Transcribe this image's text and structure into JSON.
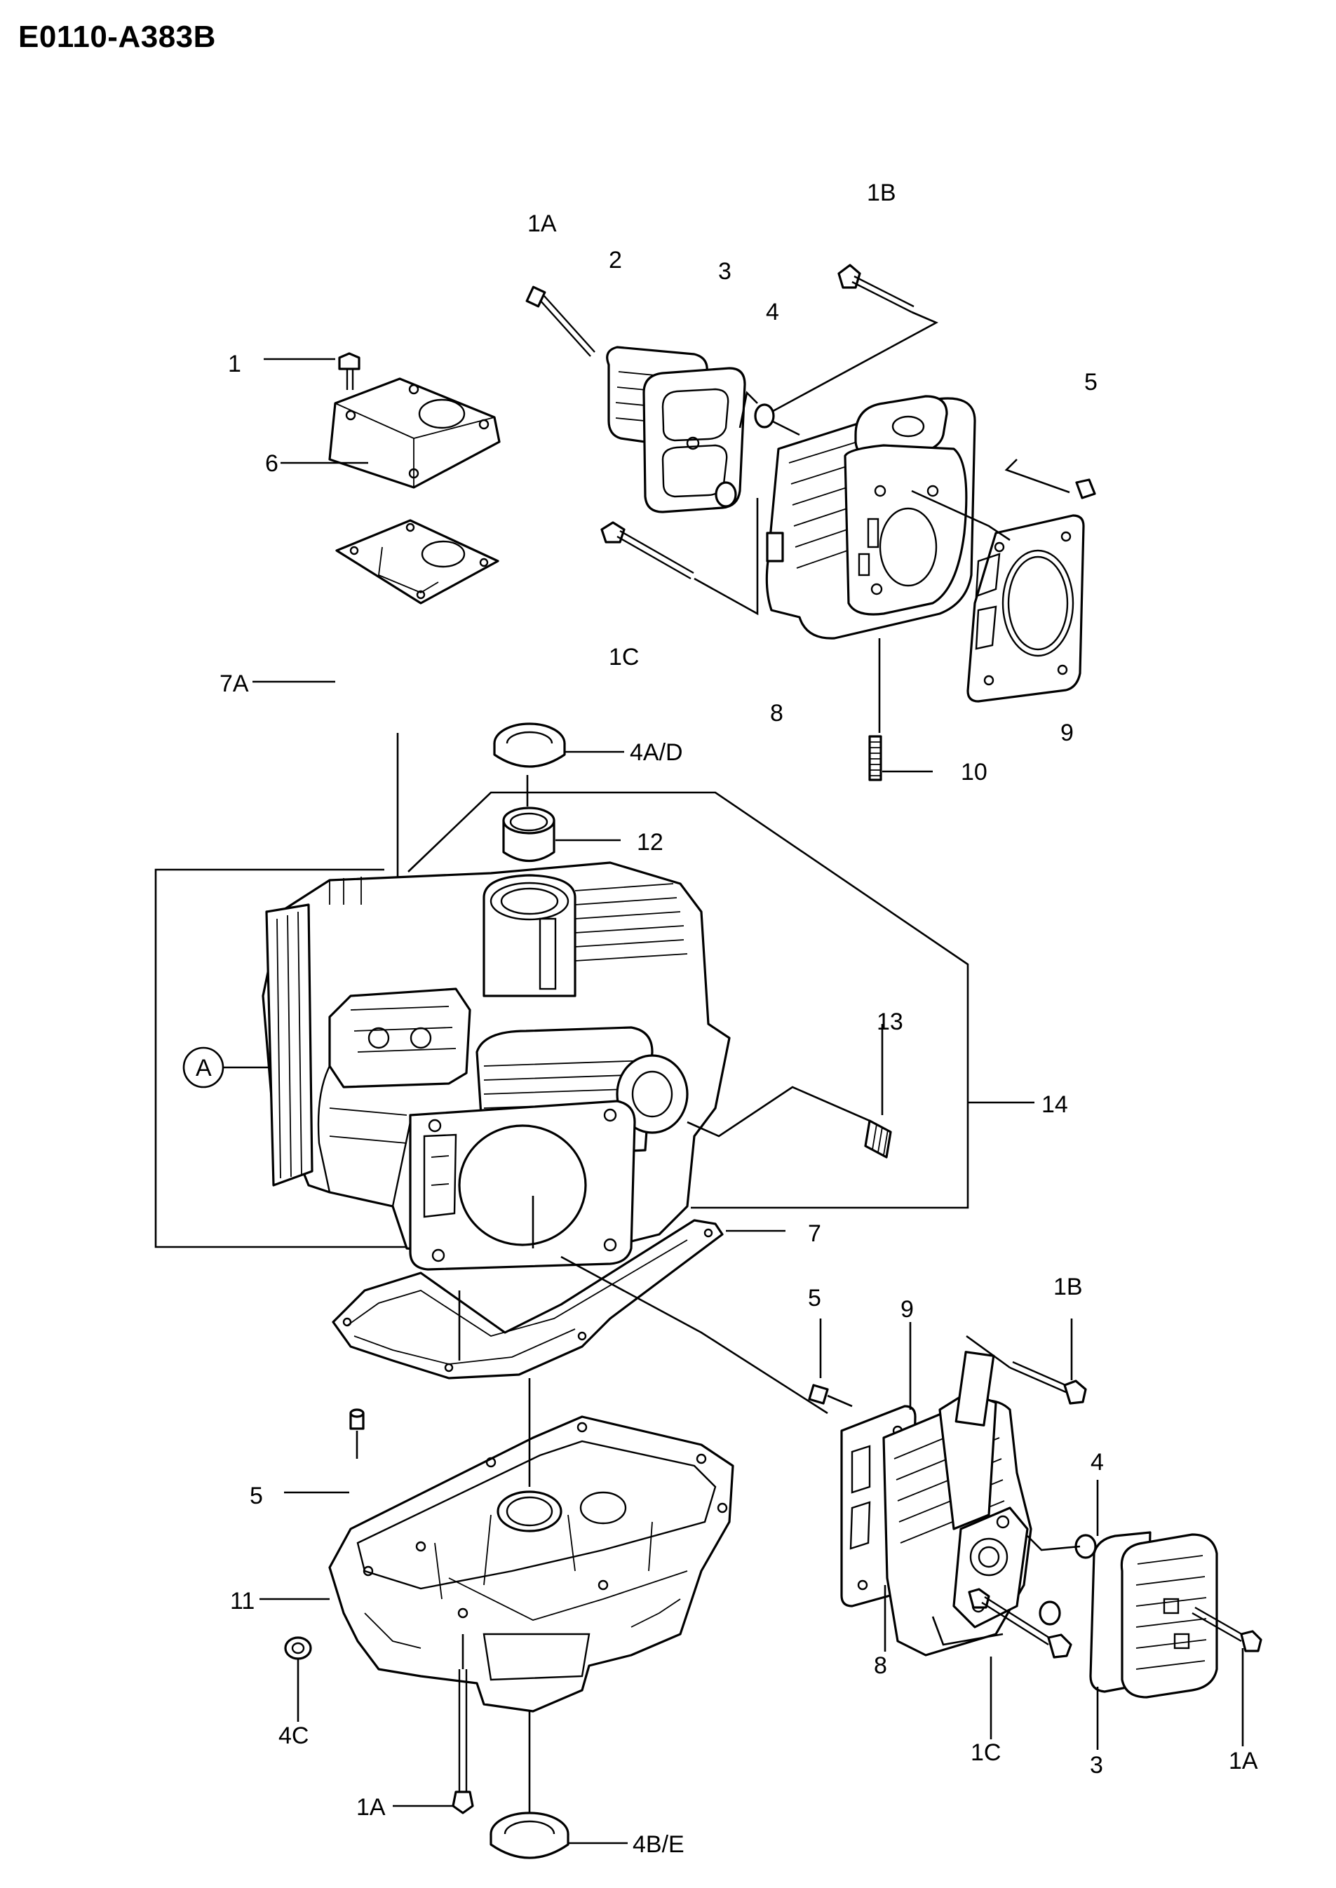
{
  "title": "E0110-A383B",
  "callouts": {
    "c1a_top": "1A",
    "c2": "2",
    "c3_top": "3",
    "c1b_top": "1B",
    "c4_top": "4",
    "c5_top": "5",
    "c1": "1",
    "c6": "6",
    "c1c_top": "1C",
    "c8_top": "8",
    "c9_top": "9",
    "c10": "10",
    "c7a": "7A",
    "c4ad": "4A/D",
    "c12": "12",
    "c13": "13",
    "c14": "14",
    "cA": "A",
    "c7": "7",
    "c5_mid": "5",
    "c9_bot": "9",
    "c1b_bot": "1B",
    "c4_bot": "4",
    "c5_left": "5",
    "c11": "11",
    "c4c": "4C",
    "c8_bot": "8",
    "c1c_bot": "1C",
    "c3_bot": "3",
    "c1a_right": "1A",
    "c1a_bot": "1A",
    "c4be": "4B/E"
  }
}
